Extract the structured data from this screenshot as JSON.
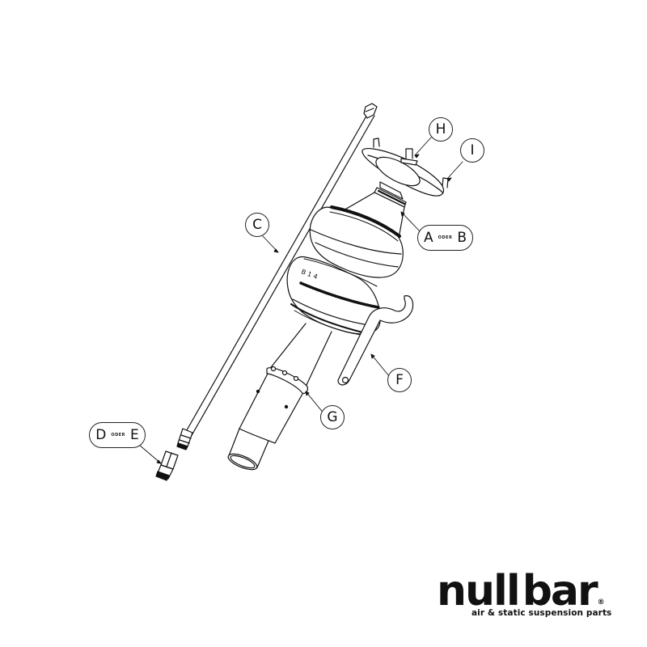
{
  "diagram": {
    "subject": "air suspension strut exploded view",
    "callouts": {
      "A_or_B": {
        "left": "A",
        "connector": "ODER",
        "right": "B"
      },
      "C": "C",
      "D_or_E": {
        "left": "D",
        "connector": "ODER",
        "right": "E"
      },
      "F": "F",
      "G": "G",
      "H": "H",
      "I": "I"
    },
    "parts": [
      {
        "id": "A/B",
        "depicts": "air bellows / strut body"
      },
      {
        "id": "C",
        "depicts": "air line"
      },
      {
        "id": "D/E",
        "depicts": "fitting"
      },
      {
        "id": "F",
        "depicts": "spanner wrench"
      },
      {
        "id": "G",
        "depicts": "adjuster ring"
      },
      {
        "id": "H",
        "depicts": "top mount nut"
      },
      {
        "id": "I",
        "depicts": "top mount stud"
      }
    ]
  },
  "logo": {
    "word_left": "null",
    "word_right": "bar",
    "registered": "®",
    "tagline": "air & static suspension parts",
    "accent_color": "#9b1b1b"
  }
}
